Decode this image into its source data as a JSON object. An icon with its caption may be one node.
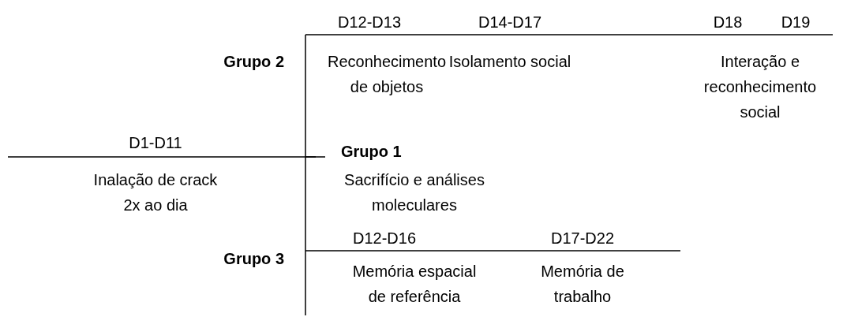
{
  "diagram": {
    "labels": [
      "D12-D13",
      "D14-D17",
      "D18",
      "D19",
      "Grupo 2",
      "Reconhecimento de objetos",
      "Isolamento social",
      "Interação e reconhecimento social",
      "D1-D11",
      "Grupo 1",
      "Inalação de crack 2x ao dia",
      "Sacrifício e análises moleculares",
      "Grupo 3",
      "D12-D16",
      "D17-D22",
      "Memória espacial de referência",
      "Memória de trabalho"
    ]
  }
}
